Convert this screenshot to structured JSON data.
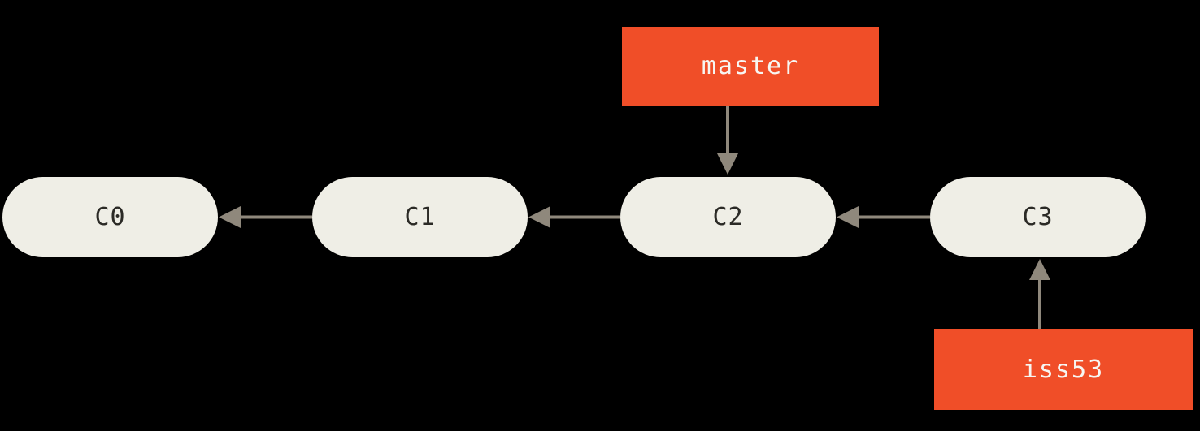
{
  "diagram": {
    "type": "git-commit-graph",
    "background_color": "#000000",
    "colors": {
      "node_fill": "#EFEEE6",
      "node_text": "#2B2A26",
      "branch_fill": "#F04E28",
      "branch_text": "#F7F6F2",
      "arrow": "#8F887C"
    },
    "nodes": [
      {
        "id": "c0",
        "label": "C0"
      },
      {
        "id": "c1",
        "label": "C1"
      },
      {
        "id": "c2",
        "label": "C2"
      },
      {
        "id": "c3",
        "label": "C3"
      }
    ],
    "edges": [
      {
        "from": "C1",
        "to": "C0",
        "direction": "left"
      },
      {
        "from": "C2",
        "to": "C1",
        "direction": "left"
      },
      {
        "from": "C3",
        "to": "C2",
        "direction": "left"
      },
      {
        "from": "master",
        "to": "C2",
        "direction": "down"
      },
      {
        "from": "iss53",
        "to": "C3",
        "direction": "up"
      }
    ],
    "branches": [
      {
        "id": "master",
        "label": "master",
        "points_to": "C2"
      },
      {
        "id": "iss53",
        "label": "iss53",
        "points_to": "C3"
      }
    ]
  }
}
